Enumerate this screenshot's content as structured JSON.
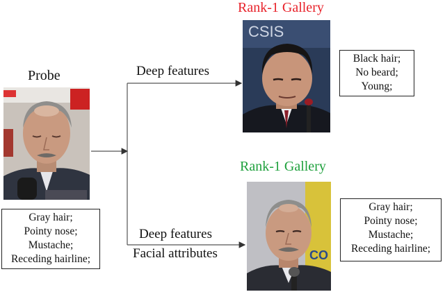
{
  "probe": {
    "title": "Probe",
    "photo_icon": "face-photo-icon",
    "attributes": [
      "Gray hair;",
      "Pointy nose;",
      "Mustache;",
      "Receding hairline;"
    ]
  },
  "top_branch": {
    "edge_label": "Deep features",
    "gallery_title": "Rank-1 Gallery",
    "gallery_title_color": "#e8222a",
    "photo_backdrop_text": "CSIS",
    "attributes": [
      "Black hair;",
      "No beard;",
      "Young;"
    ]
  },
  "bottom_branch": {
    "edge_label_line1": "Deep features",
    "edge_label_line2": "Facial attributes",
    "gallery_title": "Rank-1 Gallery",
    "gallery_title_color": "#1ea03c",
    "photo_backdrop_text": "CO",
    "attributes": [
      "Gray hair;",
      "Pointy nose;",
      "Mustache;",
      "Receding hairline;"
    ]
  },
  "colors": {
    "line": "#555555",
    "arrow": "#333333"
  }
}
